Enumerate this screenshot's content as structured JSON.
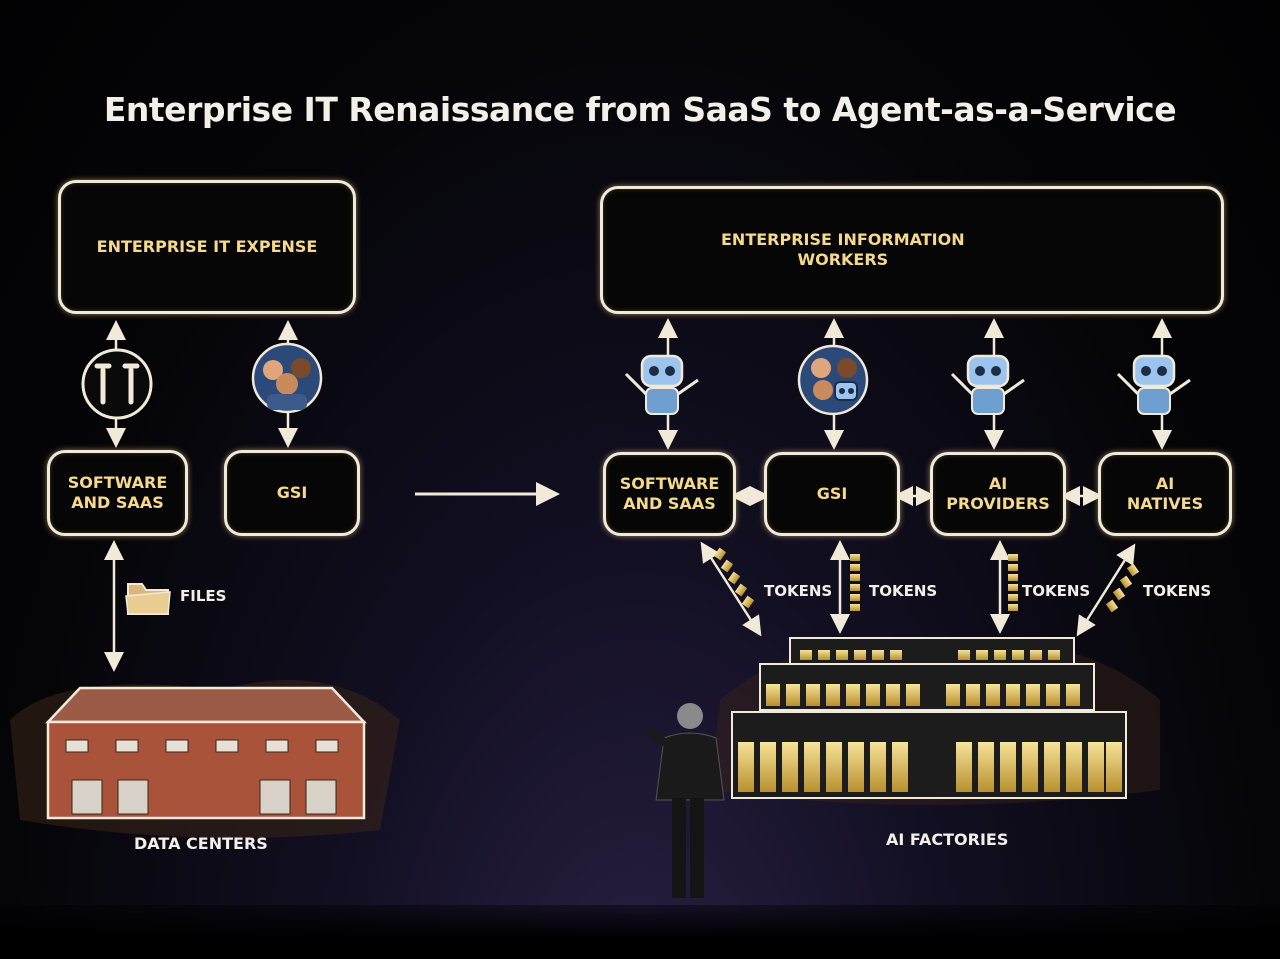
{
  "title": "Enterprise IT Renaissance from SaaS to Agent-as-a-Service",
  "left": {
    "top_box": "ENTERPRISE IT EXPENSE",
    "software_box": "SOFTWARE\nAND SAAS",
    "gsi_box": "GSI",
    "files_label": "FILES",
    "datacenter_label": "DATA CENTERS"
  },
  "right": {
    "top_box": "ENTERPRISE INFORMATION\nWORKERS",
    "boxes": [
      "SOFTWARE\nAND SAAS",
      "GSI",
      "AI\nPROVIDERS",
      "AI\nNATIVES"
    ],
    "tokens_labels": [
      "TOKENS",
      "TOKENS",
      "TOKENS",
      "TOKENS"
    ],
    "factory_label": "AI FACTORIES"
  },
  "colors": {
    "box_text": "#f6d98a",
    "outline": "#f1ead8",
    "brick": "#a8533a",
    "gold": "#e8c65a"
  },
  "icons": [
    "wrench-icon",
    "people-icon",
    "folder-icon",
    "robot-icon",
    "data-center-icon",
    "server-rack-icon",
    "presenter-figure"
  ]
}
